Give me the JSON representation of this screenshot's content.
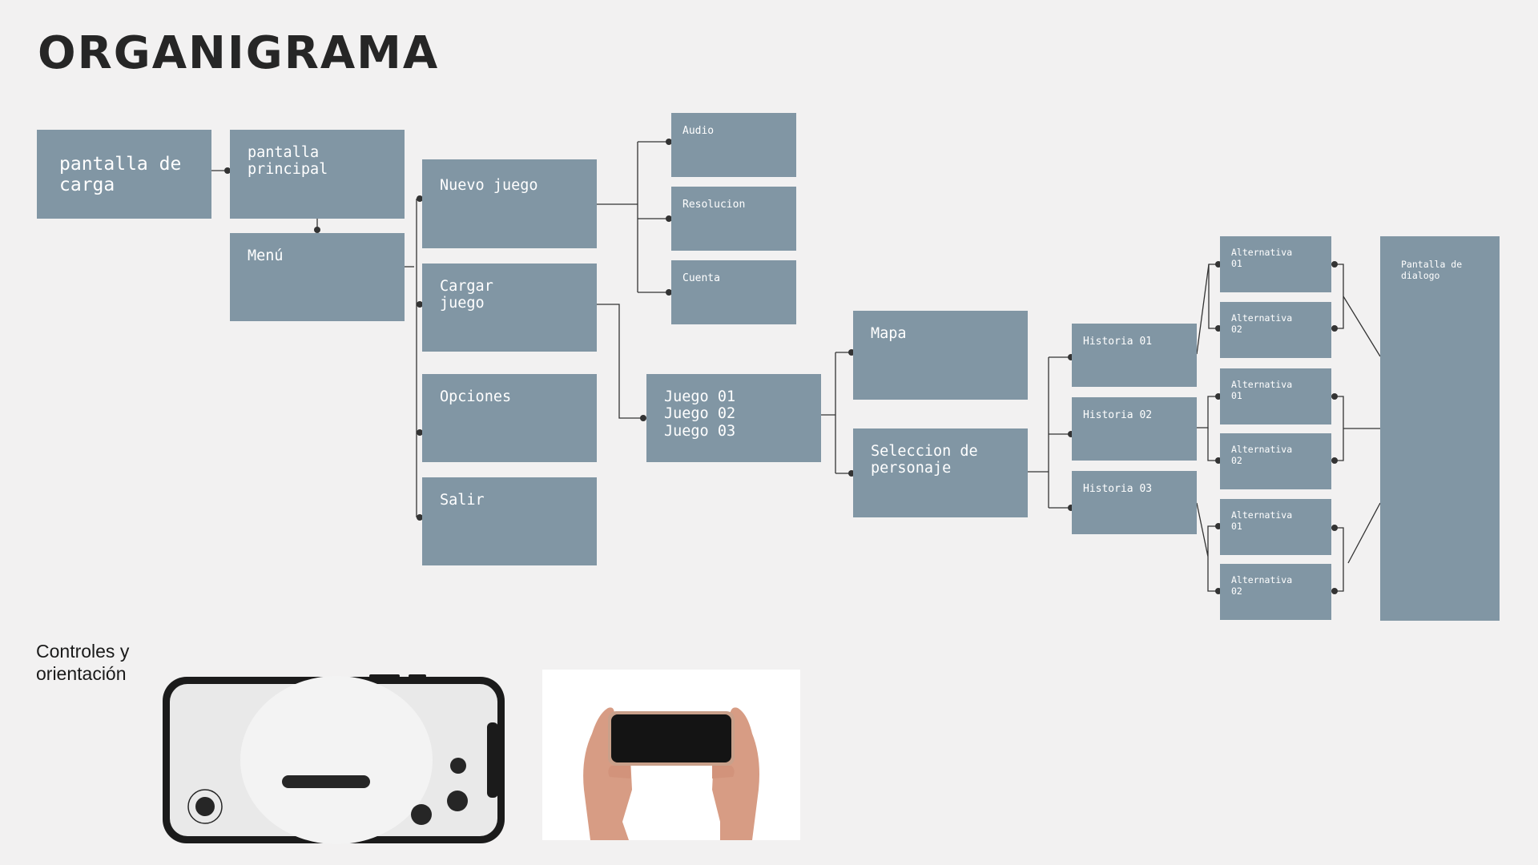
{
  "title": "ORGANIGRAMA",
  "nodes": {
    "pantalla_carga": "pantalla de\ncarga",
    "pantalla_principal": "pantalla\nprincipal",
    "menu": "Menú",
    "nuevo_juego": "Nuevo juego",
    "cargar_juego": "Cargar\njuego",
    "opciones": "Opciones",
    "salir": "Salir",
    "audio": "Audio",
    "resolucion": "Resolucion",
    "cuenta": "Cuenta",
    "juegos": "Juego 01\nJuego 02\nJuego 03",
    "mapa": "Mapa",
    "seleccion": "Seleccion de\npersonaje",
    "historia_01": "Historia 01",
    "historia_02": "Historia 02",
    "historia_03": "Historia 03",
    "alt_1": "Alternativa\n01",
    "alt_2": "Alternativa\n02",
    "alt_3": "Alternativa\n01",
    "alt_4": "Alternativa\n02",
    "alt_5": "Alternativa\n01",
    "alt_6": "Alternativa\n02",
    "pantalla_dialogo": "Pantalla de\ndialogo"
  },
  "caption": "Controles y\norientación",
  "colors": {
    "box": "#8196a4",
    "background": "#f2f1f1",
    "line": "#333333"
  }
}
